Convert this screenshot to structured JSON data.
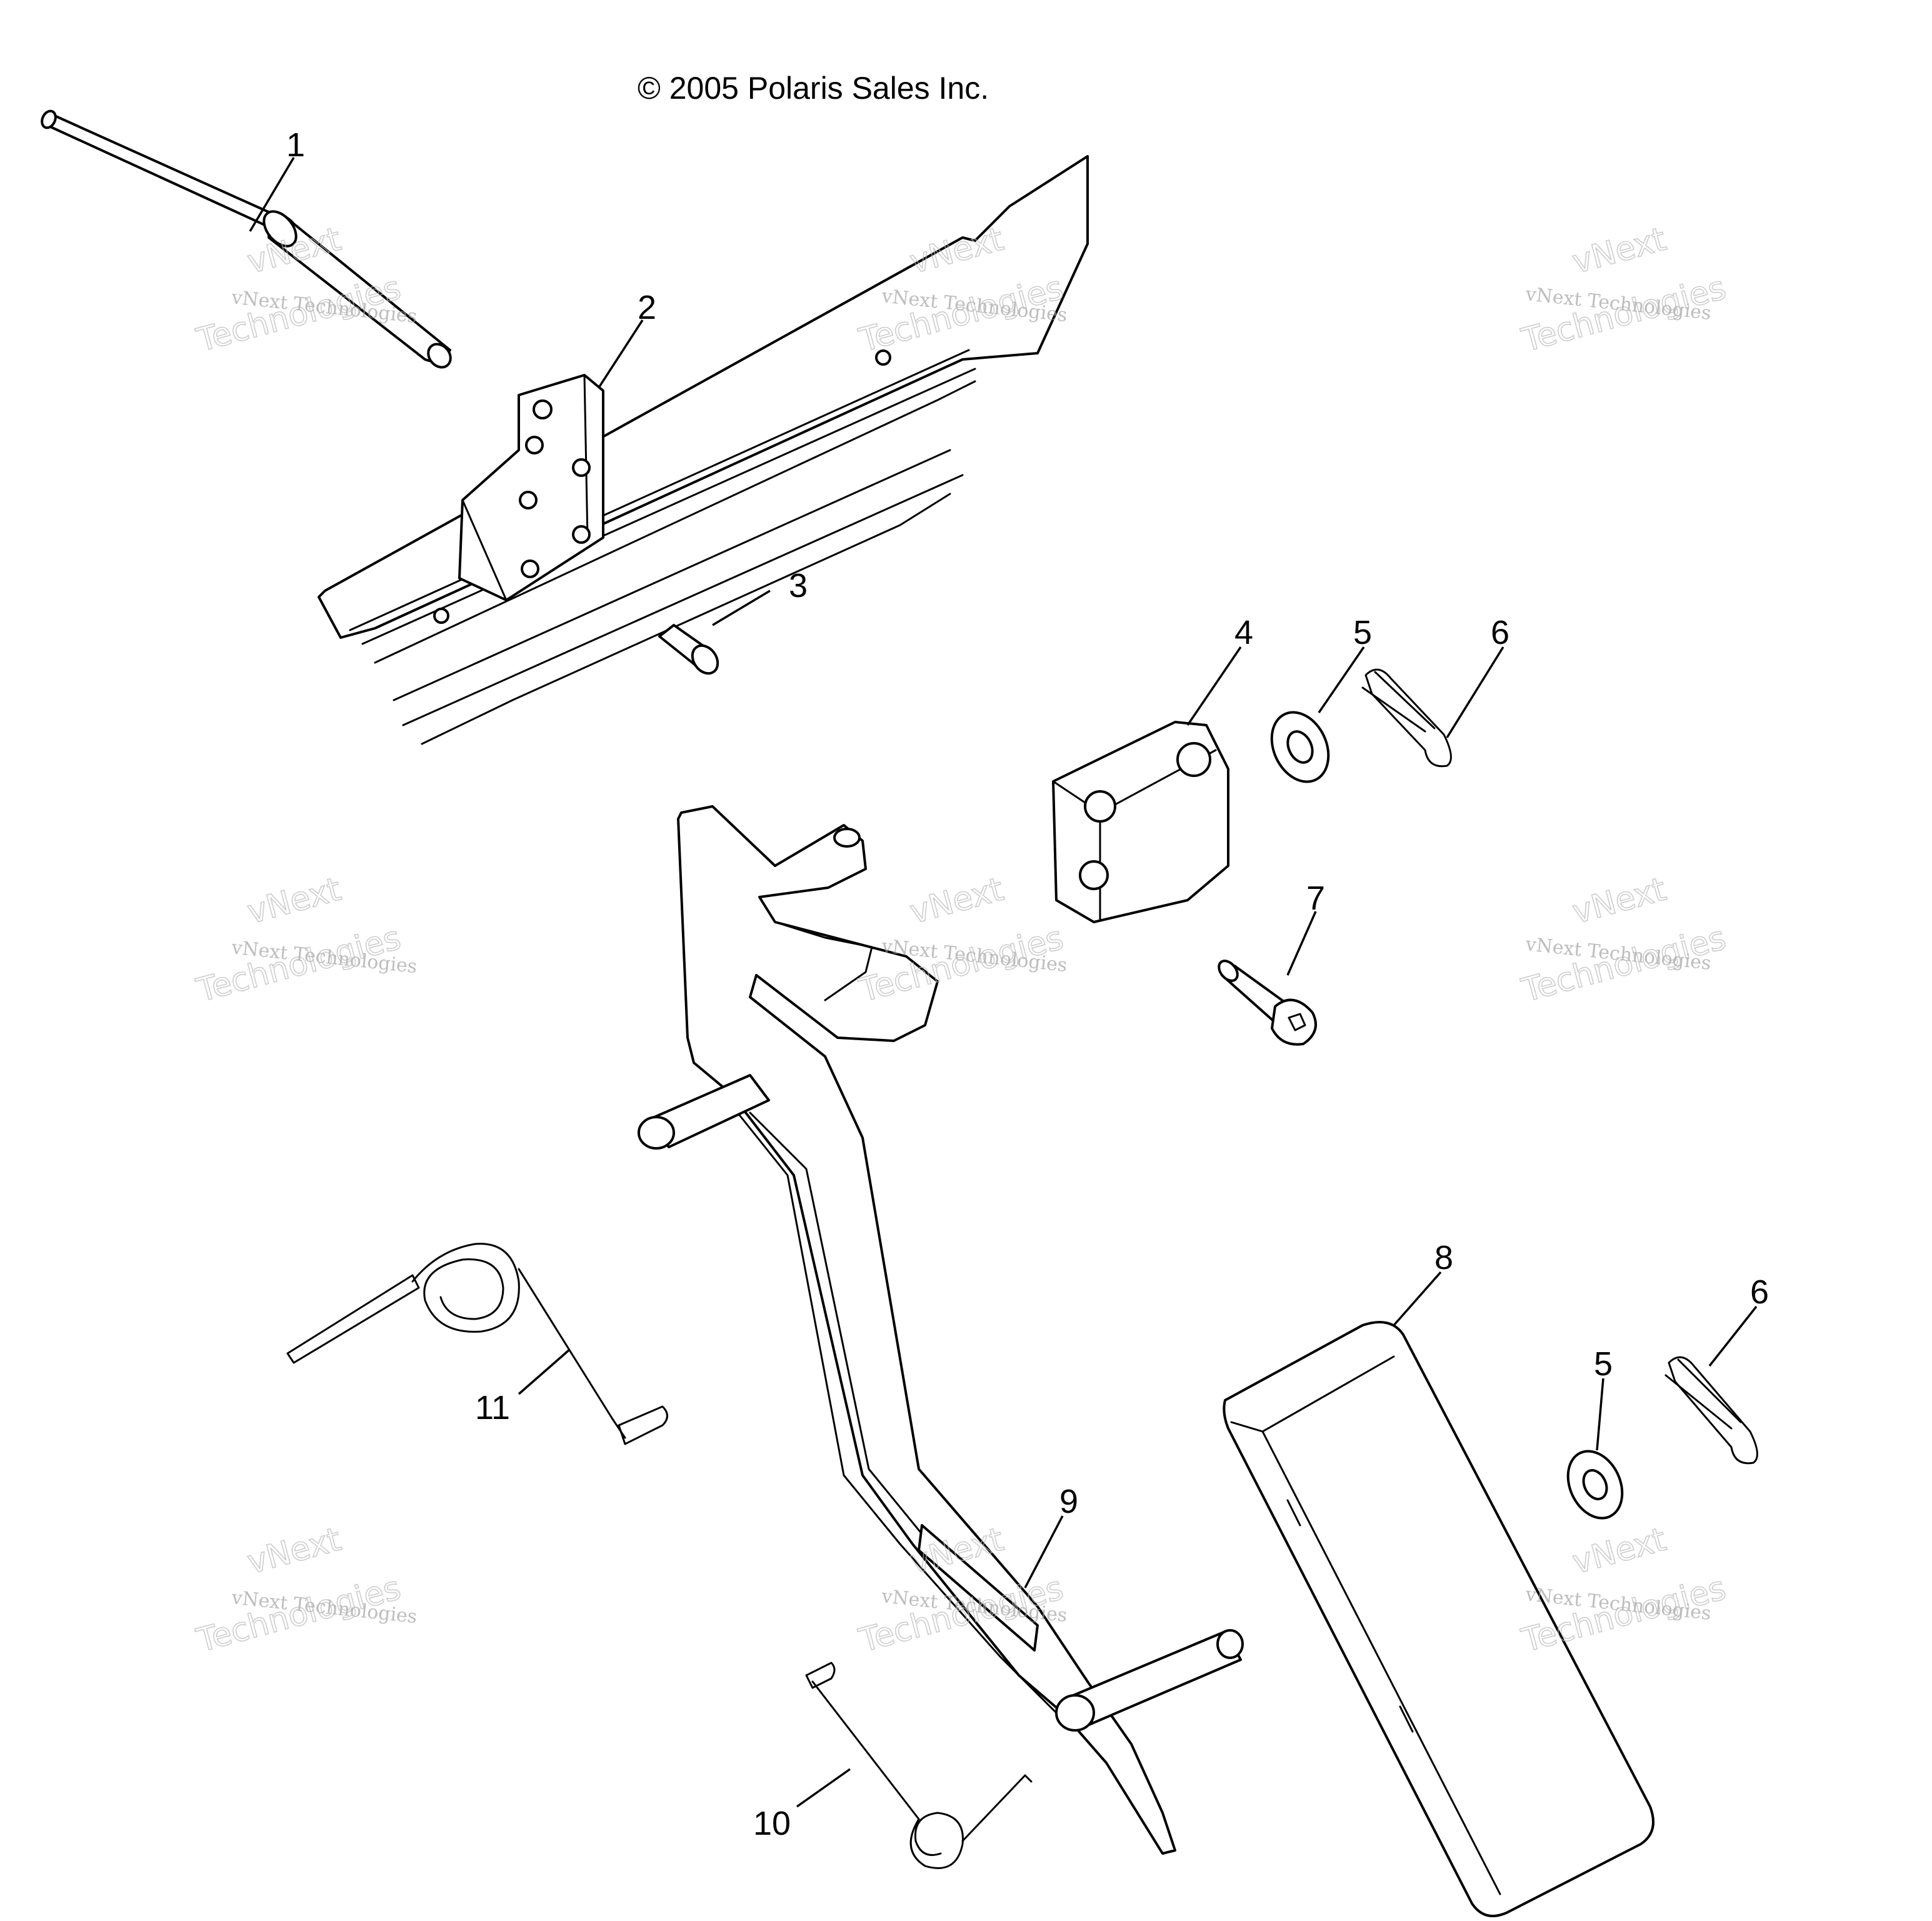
{
  "copyright": "© 2005 Polaris Sales Inc.",
  "callouts": [
    "1",
    "2",
    "3",
    "4",
    "5",
    "6",
    "7",
    "8",
    "5",
    "6",
    "9",
    "10",
    "11"
  ],
  "watermark": {
    "line1": "vNext",
    "line2": "vNext Technologies",
    "line3": "Technologies"
  }
}
